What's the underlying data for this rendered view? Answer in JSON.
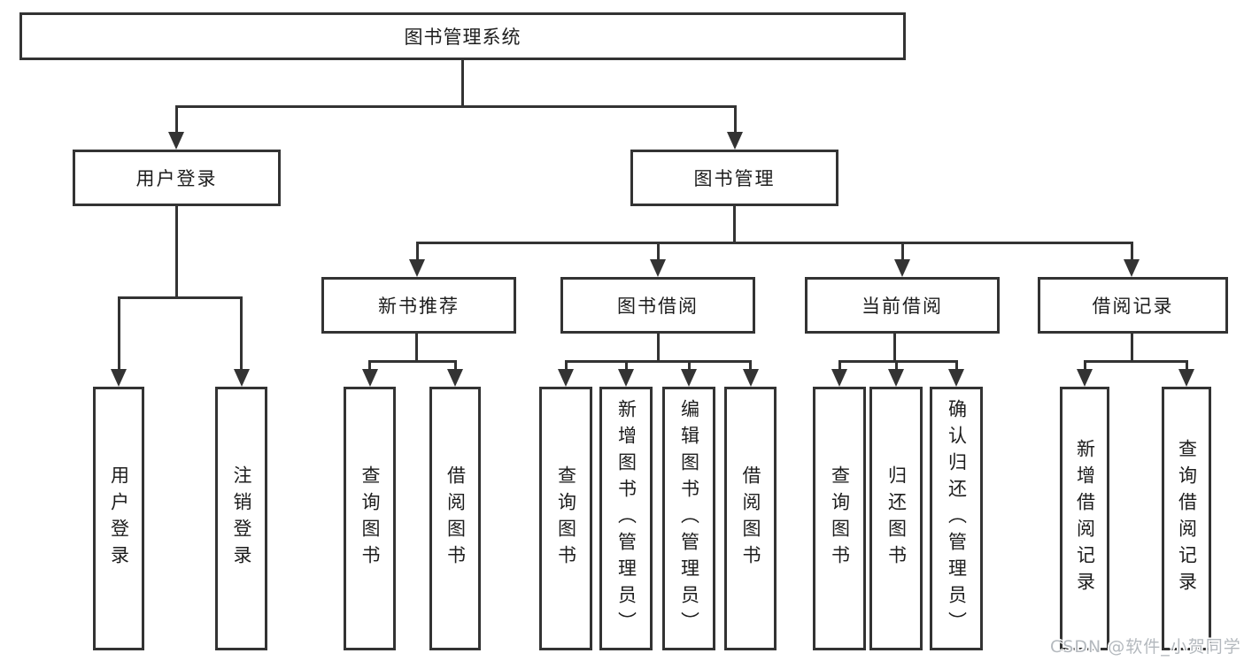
{
  "tree": {
    "label": "图书管理系统",
    "children": [
      {
        "label": "用户登录",
        "children": [
          {
            "label": "用户登录"
          },
          {
            "label": "注销登录"
          }
        ]
      },
      {
        "label": "图书管理",
        "children": [
          {
            "label": "新书推荐",
            "children": [
              {
                "label": "查询图书"
              },
              {
                "label": "借阅图书"
              }
            ]
          },
          {
            "label": "图书借阅",
            "children": [
              {
                "label": "查询图书"
              },
              {
                "label": "新增图书（管理员）"
              },
              {
                "label": "编辑图书（管理员）"
              },
              {
                "label": "借阅图书"
              }
            ]
          },
          {
            "label": "当前借阅",
            "children": [
              {
                "label": "查询图书"
              },
              {
                "label": "归还图书"
              },
              {
                "label": "确认归还（管理员）"
              }
            ]
          },
          {
            "label": "借阅记录",
            "children": [
              {
                "label": "新增借阅记录"
              },
              {
                "label": "查询借阅记录"
              }
            ]
          }
        ]
      }
    ]
  },
  "watermark": {
    "text": "CSDN @软件_小贺同学"
  },
  "colors": {
    "line": "#333333",
    "text": "#1d1d1d",
    "background": "#ffffff",
    "watermark": "#b4b9be"
  }
}
